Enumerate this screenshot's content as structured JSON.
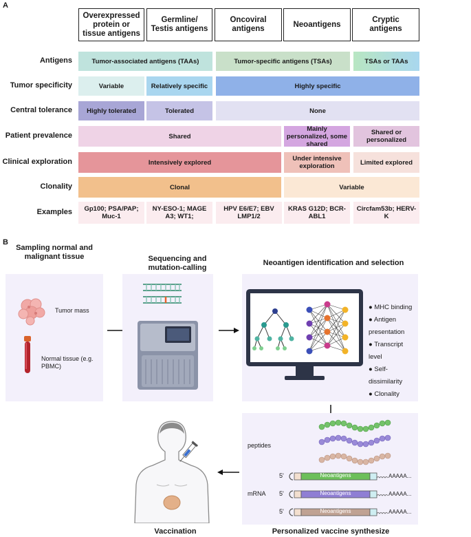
{
  "panel_a": {
    "label": "A",
    "columns": [
      "Overexpressed protein or tissue antigens",
      "Germline/ Testis antigens",
      "Oncoviral antigens",
      "Neoantigens",
      "Cryptic antigens"
    ],
    "rows": [
      {
        "label": "Antigens",
        "cells": [
          "Tumor-associated antigens (TAAs)",
          "Tumor-specific antigens (TSAs)",
          "TSAs or TAAs"
        ]
      },
      {
        "label": "Tumor specificity",
        "cells": [
          "Variable",
          "Relatively specific",
          "Highly specific"
        ]
      },
      {
        "label": "Central tolerance",
        "cells": [
          "Highly tolerated",
          "Tolerated",
          "None"
        ]
      },
      {
        "label": "Patient prevalence",
        "cells": [
          "Shared",
          "Mainly personalized, some shared",
          "Shared or personalized"
        ]
      },
      {
        "label": "Clinical exploration",
        "cells": [
          "Intensively explored",
          "Under intensive exploration",
          "Limited explored"
        ]
      },
      {
        "label": "Clonality",
        "cells": [
          "Clonal",
          "Variable"
        ]
      },
      {
        "label": "Examples",
        "cells": [
          "Gp100; PSA/PAP; Muc-1",
          "NY-ESO-1; MAGE A3; WT1;",
          "HPV E6/E7; EBV LMP1/2",
          "KRAS G12D; BCR-ABL1",
          "Circfam53b; HERV-K"
        ]
      }
    ],
    "colors": {
      "taa": "#bfe3dd",
      "tsa": "#c9e0c9",
      "tsa_taa_start": "#b8e6c2",
      "tsa_taa_end": "#a9d7ef",
      "variable": "#dcefee",
      "rel_specific": "#a9d6ef",
      "highly_specific": "#8fb1e8",
      "highly_tolerated": "#a8a6d6",
      "tolerated": "#c5c3e6",
      "none": "#e2e1f2",
      "shared": "#efd3e6",
      "mainly_personal": "#d4a6e0",
      "shared_personal": "#e2c4de",
      "intensive": "#e5959a",
      "under_intensive": "#efc1b9",
      "limited": "#f6e1dc",
      "clonal": "#f2c08c",
      "variable_clon": "#fbe8d5",
      "examples": "#fbecef"
    }
  },
  "panel_b": {
    "label": "B",
    "steps": {
      "sampling": "Sampling normal and malignant tissue",
      "sequencing": "Sequencing and mutation-calling",
      "identification": "Neoantigen identification and selection",
      "vaccination": "Vaccination",
      "synthesize": "Personalized vaccine synthesize"
    },
    "sampling_labels": [
      "Tumor mass",
      "Normal tissue (e.g. PBMC)"
    ],
    "criteria": [
      "MHC binding",
      "Antigen presentation",
      "Transcript level",
      "Self-dissimilarity",
      "Clonality"
    ],
    "vaccine": {
      "peptides_label": "peptides",
      "mrna_label": "mRNA",
      "five_prime": "5'",
      "insert_label": "Neoantigens",
      "poly_a": "AAAAA...",
      "insert_colors": [
        "#6cbf5a",
        "#8f7ed4",
        "#c0a293"
      ],
      "peptide_colors": [
        "#74c26a",
        "#9a8ad8",
        "#d9b6a4"
      ]
    }
  }
}
